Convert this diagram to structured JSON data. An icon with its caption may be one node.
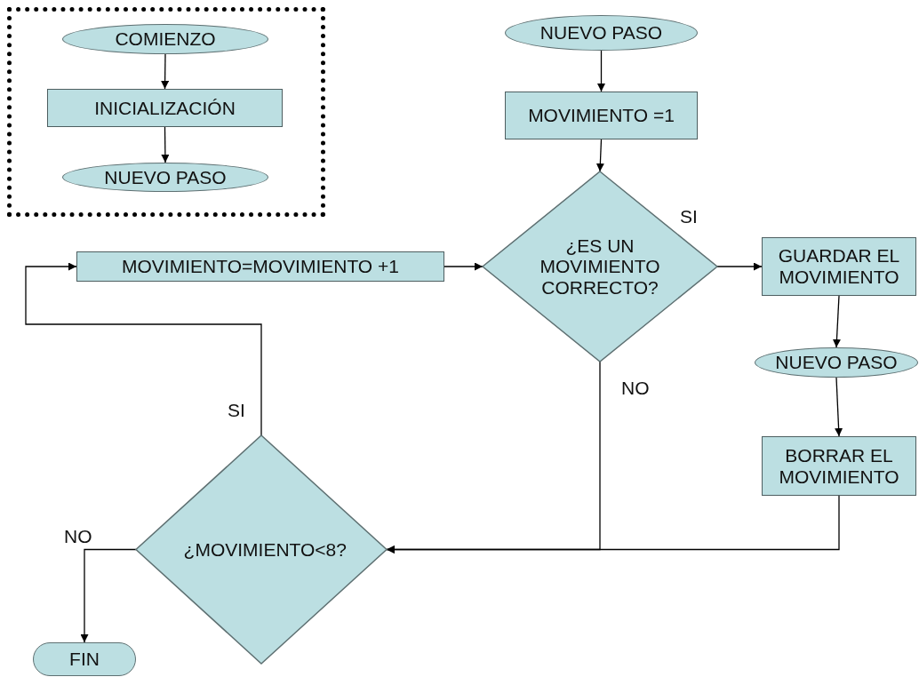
{
  "diagram": {
    "nodes": [
      {
        "text": [],
        "shape": "box"
      },
      {
        "text": [
          "COMIENZO"
        ],
        "in": 0
      },
      {
        "text": [
          "INICIALIZACIÓN"
        ],
        "in": 0
      },
      {
        "text": [
          "NUEVO PASO"
        ],
        "in": 0
      },
      {
        "text": [
          "NUEVO PASO"
        ]
      },
      {
        "text": [
          "MOVIMIENTO =1"
        ]
      },
      {
        "text": [
          "¿ES UN MOVIMIENTO CORRECTO?"
        ]
      },
      {
        "text": [
          "MOVIMIENTO=MOVIMIENTO +1"
        ]
      },
      {
        "text": [
          "GUARDAR EL MOVIMIENTO"
        ]
      },
      {
        "text": [
          "NUEVO PASO"
        ]
      },
      {
        "text": [
          "BORRAR EL MOVIMIENTO"
        ]
      },
      {
        "text": [
          "¿MOVIMIENTO<8?"
        ]
      },
      {
        "text": [
          "FIN"
        ]
      }
    ],
    "edges": [
      {
        "from": 1,
        "to": 2,
        "arrow": "to"
      },
      {
        "from": 2,
        "to": 3,
        "arrow": "to"
      },
      {
        "from": 4,
        "to": 5,
        "arrow": "to"
      },
      {
        "from": 5,
        "to": 6,
        "arrow": "to"
      },
      {
        "from": 7,
        "to": 6,
        "arrow": "to"
      },
      {
        "from": 6,
        "to": 8,
        "arrow": "to",
        "label": "SI"
      },
      {
        "from": 8,
        "to": 9,
        "arrow": "to"
      },
      {
        "from": 9,
        "to": 10,
        "arrow": "to"
      },
      {
        "from": 6,
        "to": 11,
        "arrow": "to",
        "label": "NO"
      },
      {
        "from": 10,
        "to": 11,
        "arrow": "to"
      },
      {
        "from": 11,
        "to": 7,
        "arrow": "to",
        "label": "SI"
      },
      {
        "from": 11,
        "to": 12,
        "arrow": "to",
        "label": "NO"
      }
    ]
  }
}
